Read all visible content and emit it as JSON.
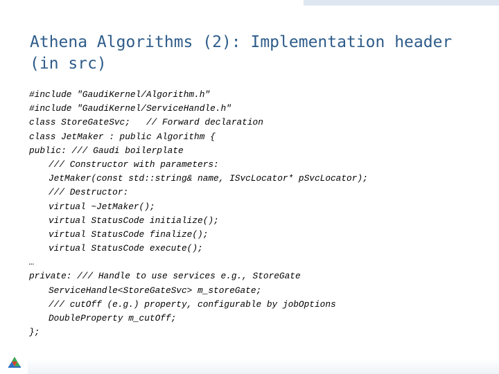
{
  "slide": {
    "title": "Athena Algorithms (2): Implementation header (in src)",
    "code_lines": [
      {
        "text": "#include \"GaudiKernel/Algorithm.h\"",
        "indent": false
      },
      {
        "text": "#include \"GaudiKernel/ServiceHandle.h\"",
        "indent": false
      },
      {
        "text": "class StoreGateSvc;   // Forward declaration",
        "indent": false
      },
      {
        "text": "class JetMaker : public Algorithm {",
        "indent": false
      },
      {
        "text": "public: /// Gaudi boilerplate",
        "indent": false
      },
      {
        "text": "/// Constructor with parameters:",
        "indent": true
      },
      {
        "text": "JetMaker(const std::string& name, ISvcLocator* pSvcLocator);",
        "indent": true
      },
      {
        "text": "/// Destructor:",
        "indent": true
      },
      {
        "text": "virtual ~JetMaker();",
        "indent": true
      },
      {
        "text": "virtual StatusCode initialize();",
        "indent": true
      },
      {
        "text": "virtual StatusCode finalize();",
        "indent": true
      },
      {
        "text": "virtual StatusCode execute();",
        "indent": true
      },
      {
        "text": "…",
        "indent": false
      },
      {
        "text": "private: /// Handle to use services e.g., StoreGate",
        "indent": false
      },
      {
        "text": "ServiceHandle<StoreGateSvc> m_storeGate;",
        "indent": true
      },
      {
        "text": "/// cutOff (e.g.) property, configurable by jobOptions",
        "indent": true
      },
      {
        "text": "DoubleProperty m_cutOff;",
        "indent": true
      },
      {
        "text": "};",
        "indent": false
      }
    ]
  },
  "colors": {
    "title": "#2e5c8a",
    "accent_bar": "#dde6f1",
    "logo_red": "#d9412b",
    "logo_green": "#3aa655",
    "logo_blue": "#2f6fc1"
  },
  "icons": {
    "logo": "triangle-logo-icon"
  }
}
